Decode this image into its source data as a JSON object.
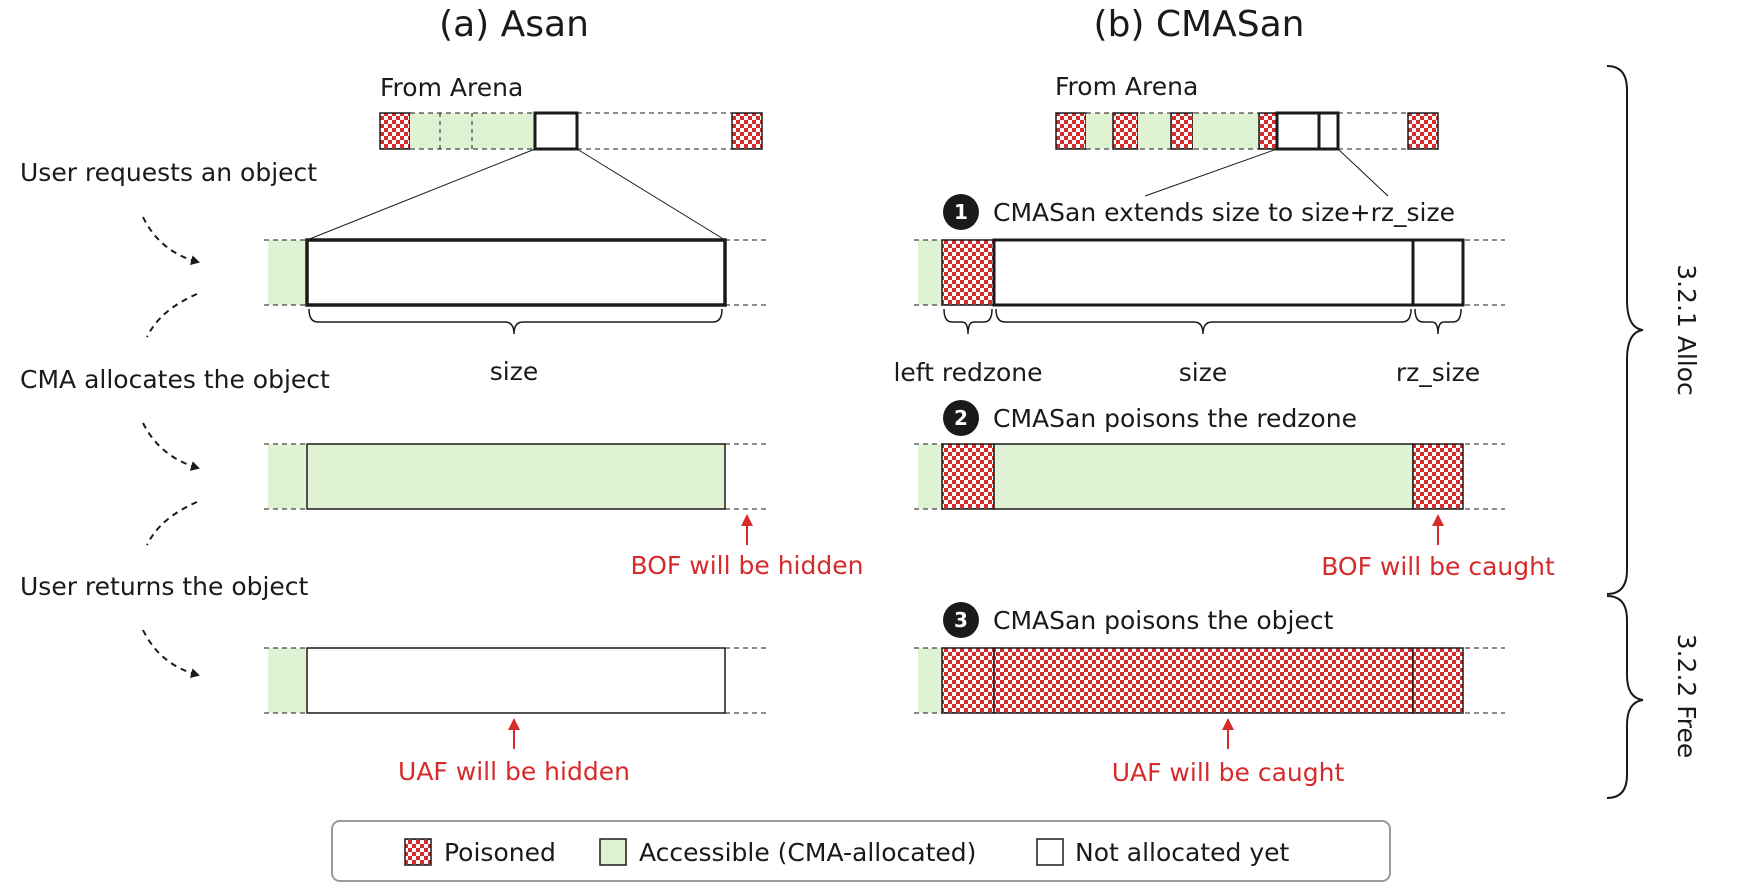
{
  "titles": {
    "asan": "(a) Asan",
    "cmasan": "(b) CMASan"
  },
  "arena": {
    "asan": "From Arena",
    "cmasan": "From Arena"
  },
  "phases": {
    "request": "User requests an object",
    "allocate": "CMA allocates the object",
    "return": "User returns the object"
  },
  "asan_labels": {
    "size": "size",
    "bof": "BOF will be hidden",
    "uaf": "UAF will be hidden"
  },
  "steps": [
    {
      "num": "1",
      "text": "CMASan extends size to size+rz_size"
    },
    {
      "num": "2",
      "text": "CMASan poisons the redzone"
    },
    {
      "num": "3",
      "text": "CMASan poisons the object"
    }
  ],
  "cmasan_labels": {
    "left_redzone": "left redzone",
    "size": "size",
    "rz_size": "rz_size",
    "bof": "BOF will be caught",
    "uaf": "UAF will be caught"
  },
  "sections": {
    "alloc": "3.2.1 Alloc",
    "free": "3.2.2 Free"
  },
  "legend": {
    "poisoned": "Poisoned",
    "accessible": "Accessible (CMA-allocated)",
    "not_allocated": "Not allocated yet"
  },
  "colors": {
    "poison_red": "#d62b2b",
    "accessible_green": "#dff2d4",
    "annotation_red": "#d62b2b",
    "outline": "#1a1a1a"
  }
}
